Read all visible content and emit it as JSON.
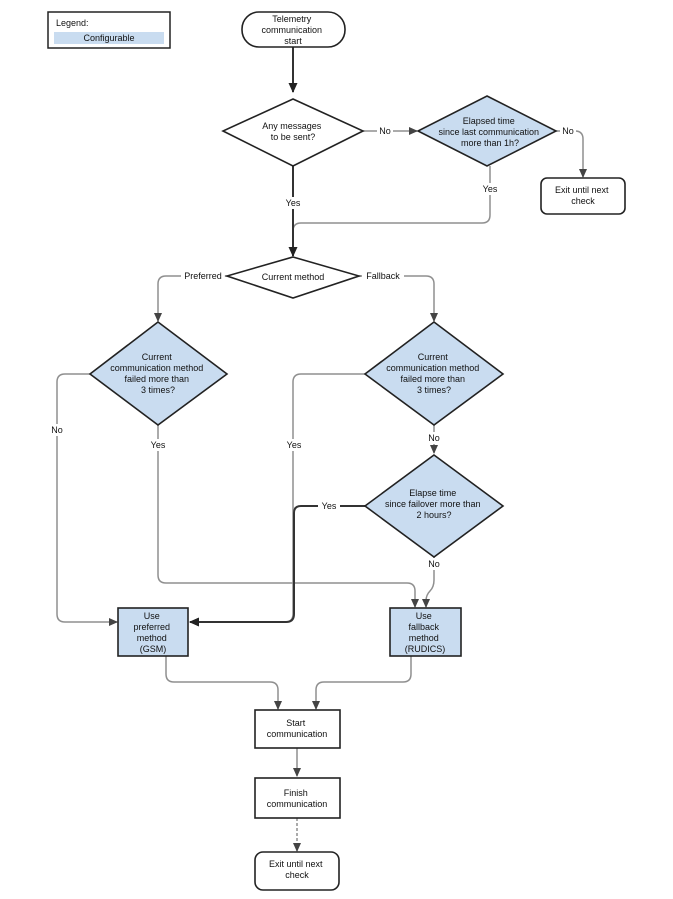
{
  "legend": {
    "title": "Legend:",
    "item": "Configurable",
    "item_color": "#c9dcf0"
  },
  "nodes": {
    "start": [
      "Telemetry",
      "communication",
      "start"
    ],
    "any_messages": [
      "Any messages",
      "to be sent?"
    ],
    "elapsed_time": [
      "Elapsed time",
      "since last communication",
      "more than 1h?"
    ],
    "exit_top": [
      "Exit until next",
      "check"
    ],
    "current_method": [
      "Current method"
    ],
    "preferred_failed": [
      "Current",
      "communication method",
      "failed more than",
      "3 times?"
    ],
    "fallback_failed": [
      "Current",
      "communication method",
      "failed more than",
      "3 times?"
    ],
    "failover_time": [
      "Elapse time",
      "since failover more than",
      "2 hours?"
    ],
    "use_preferred": [
      "Use",
      "preferred",
      "method",
      "(GSM)"
    ],
    "use_fallback": [
      "Use",
      "fallback",
      "method",
      "(RUDICS)"
    ],
    "start_comm": [
      "Start",
      "communication"
    ],
    "finish_comm": [
      "Finish",
      "communication"
    ],
    "exit_bottom": [
      "Exit until next",
      "check"
    ]
  },
  "edge_labels": {
    "any_no": "No",
    "elapsed_no": "No",
    "elapsed_yes": "Yes",
    "any_yes": "Yes",
    "preferred": "Preferred",
    "fallback": "Fallback",
    "pref_no": "No",
    "pref_yes": "Yes",
    "fb_yes": "Yes",
    "fb_no": "No",
    "failover_yes": "Yes",
    "failover_no": "No"
  },
  "colors": {
    "configurable_fill": "#c9dcf0",
    "edge": "#8f8f8f",
    "edge_strong": "#333333"
  }
}
